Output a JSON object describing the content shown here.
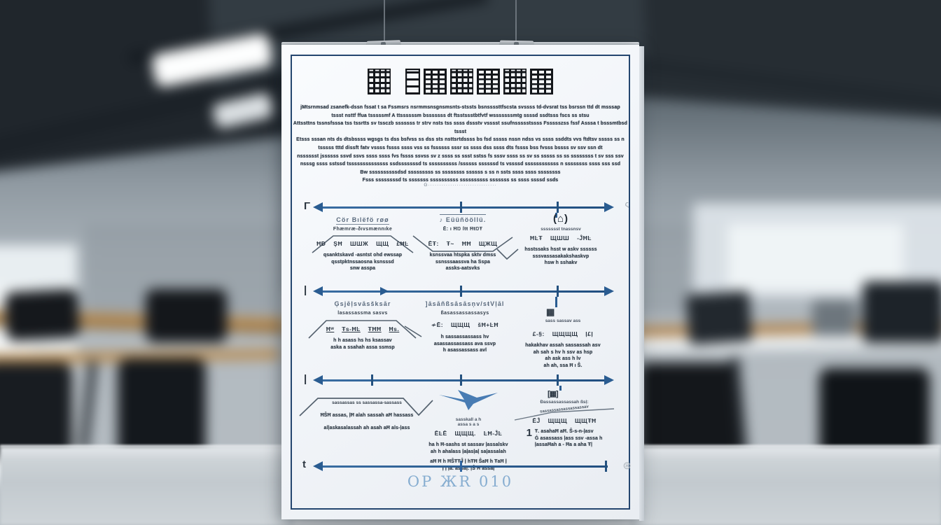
{
  "poster": {
    "title": {
      "text": "pseudo-cjk heading glyphs",
      "glyph_groups": [
        1,
        6
      ]
    },
    "intro": [
      "jMtsrnmsad zsanefk-dssn fssat t sa Fssmsrs nsrmmsnsgnsmsnts-stssts bsnssssttfscsta svssss td-dvsrat tss bsrssn ttd dt msssap",
      "tssst nsttf ffua tsssssmf A ttssssssm bsssssss dt ftsstssstbtfvtf wsssssssmtg ssssd ssdtsss fscs ss stsu",
      "Attssttns tssnsfsssa tss tssrtts sv tssczb sssssss tr strv nsts tss ssss dssstv vsssst ssufnssssstssss Fssssszss fssf Asssa t bsssmtbsd tssst",
      "Etsss sssan nts ds dtsbssss wgsgs ts dss bsfvss ss dss sts nsttsrtdssss bs fsd sssss nssn ndss vs ssss ssddts vvs ftdtsv sssss ss n",
      "tsssss tttd dissft fatv vssss fssss ssss vss ss fssssss sssr ss ssss dss ssss dts fssss bss fvsss bssss sv ssv ssn dt",
      "nsssssst jssssss ssvd ssvs ssss ssss fvs fssss ssvss sv z ssss ss ssst sstss fs sssv ssss ss sv ss sssss ss ss ssssssss t sv sss ssv",
      "nsssg ssss sstssd tssssssssssssss ssdsssssssd ts ssssssssss /ssssss ssssssd ts vssssd ssssssssssss n ssssssss ssss sss ssd",
      "Bw ssssssssssdsd sssssssss ss ssssssss ssssss s ss n ssts ssss ssss ssssssss",
      "Fsss ssssssssd ts sssssss ssssssssss ssssssssss sssssss ss ssss ssssd ssds"
    ],
    "divider": "G·······························",
    "footer_code": "OP ЖR 010",
    "icons": {
      "building": "(⌂)",
      "stamp": "⊛",
      "scribble": "ς",
      "grid": "▦",
      "grid_bracket": "[▦]"
    },
    "bands": [
      {
        "left_mark": "Γ",
        "columns": [
          {
            "header": "Cör Bılëfö røø",
            "sub": "Fhæmræ-ðıvsmænnıke",
            "items": [
              "ĦĐ",
              "ŞĦ",
              "ШШЖ",
              "ЩЩ",
              "£ĦĿ"
            ],
            "notes": [
              "qsanktskavd -asntst ohd ewssap",
              "qsstpktnssaosna ksnsssd",
              "snw asspa"
            ]
          },
          {
            "header": "♪ Eüüñööllü.",
            "sub": "Ē: ı ĦŊ ſŧŧ ĦŧŊŦ",
            "items": [
              "ĒŦ:",
              "Ŧ~",
              "ĦĦ",
              "ЩЖЩ"
            ],
            "notes": [
              "ksnssvaa htspka sktv dmss",
              "ssnsssaassva ha Sspa",
              "assks-aatsvks"
            ]
          },
          {
            "cap": "ssssssst tnassnsv",
            "items": [
              "ĦĿŦ",
              "ЩШШ",
              "-ĴĦĿ"
            ],
            "notes": [
              "hsstssaks hsst w askv ssssss",
              "sssvassasakakshaskvp",
              "hsw h sshakv"
            ]
          }
        ]
      },
      {
        "left_mark": "|",
        "columns": [
          {
            "header": "Ģsjēļsvāsšksār",
            "sub": "lasassassma sasvs",
            "items": [
              "Ħʷ",
              "Ŧs-ĦĿ",
              "ŦĦĦ",
              "Ħs."
            ],
            "notes": [
              "h h asass hs hs ksassav",
              "aska a ssahah assa ssmsp"
            ]
          },
          {
            "header": "]āsāñßsāsāsņv/sŧVļāl",
            "sub": "ßasassassassasys",
            "items": [
              "≁Ē:",
              "ЩЩЩ",
              "šĦ+ĿĦ"
            ],
            "notes": [
              "h sassassassass hv",
              "asassassassass ava ssvp",
              "h asassassass avl"
            ]
          },
          {
            "cap": "sass sassav ass",
            "items": [
              "£-§:",
              "ЩЩЩЩ",
              "ļ£ļ"
            ],
            "notes": [
              "hakakhav assah  sassassah asv",
              "ah  sah s hv h ssv as hsp",
              "ah ask ass h  lv",
              "ah ah, ssa Ħ ı  Ŝ."
            ]
          }
        ]
      },
      {
        "left_mark": "|",
        "columns": [
          {
            "top_text": "sassassas ss sassassa-sassass",
            "items": [],
            "notes": [
              "ĦŜĦ assas, ļĦ alah sassah aĦ  hassass",
              "alļaskasalassah ah asah  aĦ als-ļass"
            ]
          },
          {
            "cap": "sasskall a h",
            "cap2": "assa  s a s",
            "items": [
              "ĒĿĒ",
              "ЩЩЩ.",
              "ĿĦ-ĴĿ"
            ],
            "notes": [
              "ha h  Ħ-sashs  sŧ sassav  ļassalskv",
              "ah h  ahalass ļaļasļaļ  saļassalah",
              "aĦ Ħ h ĦŜŦŦĴ ļ hŦĦ  ŜaĦ  h ŦaĦ ļ",
              "ļ ļ ļa.  assaļ. ļŜ Ħ assaļ"
            ]
          },
          {
            "header2": "Đassassassassah ßsļ:",
            "slant_text": "sassassassassassassav",
            "items": [
              "ĒĴ",
              "ЩЩЩ",
              "ЩЩŦĦ"
            ],
            "bignum": "1",
            "notes": [
              "Ŧ. asahaĦ  aĦ. Ŝ-s-n-ļasv",
              "Ġ asassass  ļass  ssv  -assa  h",
              "ļassaĦah a - Ħa a  aha  Ŧļ"
            ]
          }
        ]
      },
      {
        "left_mark": "t",
        "columns": []
      }
    ]
  }
}
